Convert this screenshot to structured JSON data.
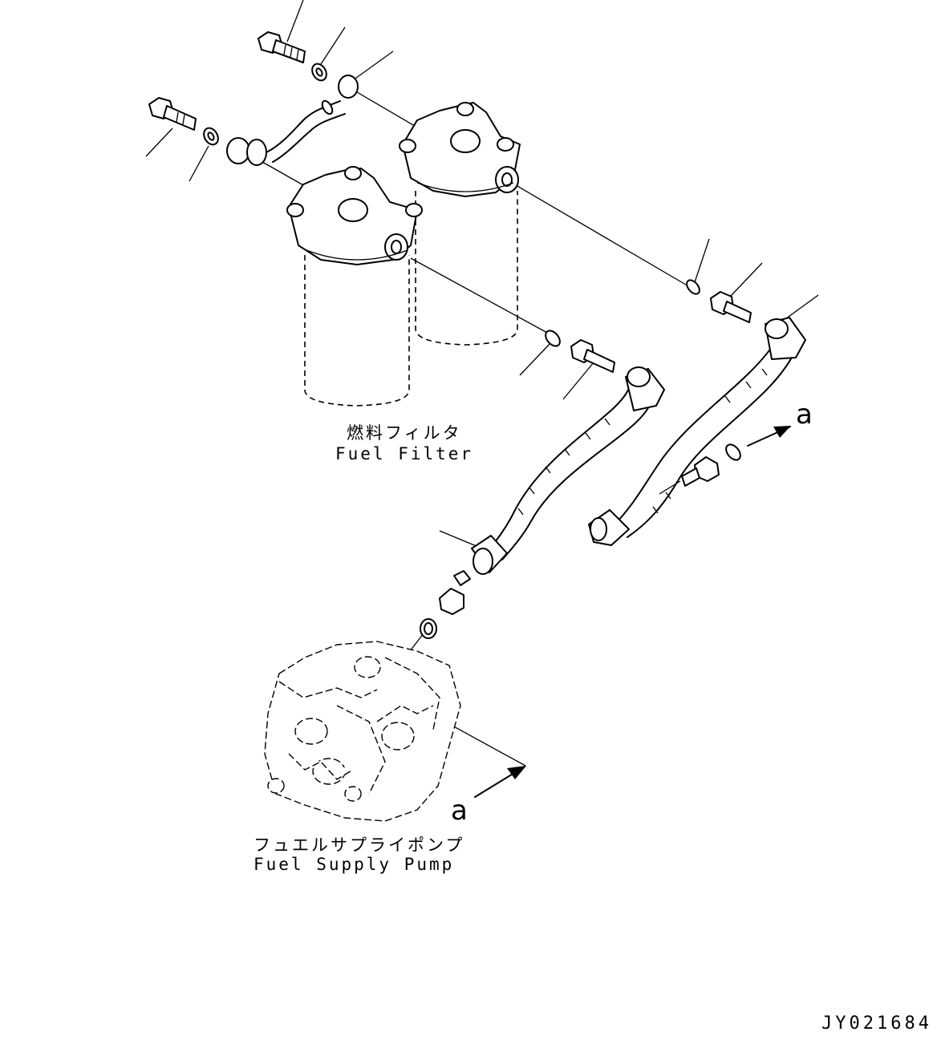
{
  "labels": {
    "fuel_filter_jp": "燃料フィルタ",
    "fuel_filter_en": "Fuel Filter",
    "pump_jp": "フュエルサプライポンプ",
    "pump_en": "Fuel Supply Pump",
    "view_ref_upper": "a",
    "view_ref_lower": "a",
    "drawing_id": "JY021684"
  }
}
